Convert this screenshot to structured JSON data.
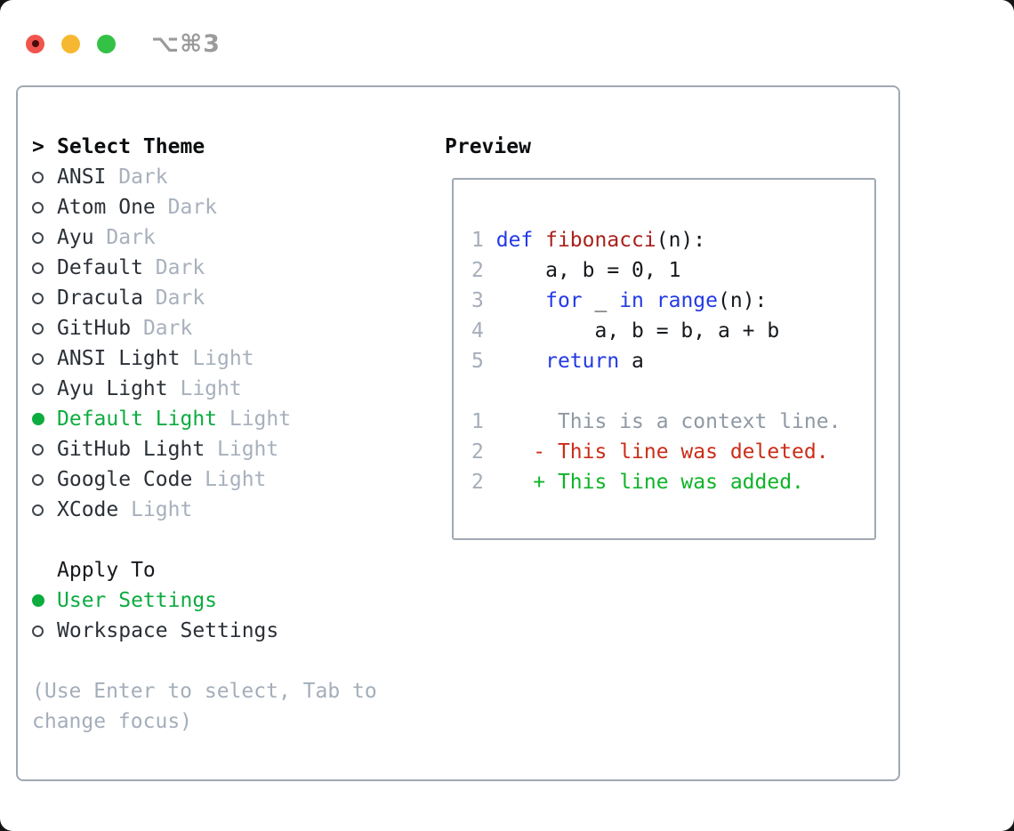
{
  "window": {
    "title": "⌥⌘3",
    "traffic_lights": [
      {
        "name": "close",
        "active_dot": true
      },
      {
        "name": "minimize",
        "active_dot": false
      },
      {
        "name": "zoom",
        "active_dot": false
      }
    ]
  },
  "theme_picker": {
    "cursor": ">",
    "header": "Select Theme",
    "items": [
      {
        "name": "ANSI",
        "variant": "Dark",
        "selected": false
      },
      {
        "name": "Atom One",
        "variant": "Dark",
        "selected": false
      },
      {
        "name": "Ayu",
        "variant": "Dark",
        "selected": false
      },
      {
        "name": "Default",
        "variant": "Dark",
        "selected": false
      },
      {
        "name": "Dracula",
        "variant": "Dark",
        "selected": false
      },
      {
        "name": "GitHub",
        "variant": "Dark",
        "selected": false
      },
      {
        "name": "ANSI Light",
        "variant": "Light",
        "selected": false
      },
      {
        "name": "Ayu Light",
        "variant": "Light",
        "selected": false
      },
      {
        "name": "Default Light",
        "variant": "Light",
        "selected": true
      },
      {
        "name": "GitHub Light",
        "variant": "Light",
        "selected": false
      },
      {
        "name": "Google Code",
        "variant": "Light",
        "selected": false
      },
      {
        "name": "XCode",
        "variant": "Light",
        "selected": false
      }
    ]
  },
  "apply_to": {
    "header": "Apply To",
    "options": [
      {
        "label": "User Settings",
        "selected": true
      },
      {
        "label": "Workspace Settings",
        "selected": false
      }
    ]
  },
  "help_text": "(Use Enter to select, Tab to change focus)",
  "preview": {
    "header": "Preview",
    "code_lines": [
      {
        "num": "1",
        "tokens": [
          {
            "t": "def ",
            "c": "keyword"
          },
          {
            "t": "fibonacci",
            "c": "function_name"
          },
          {
            "t": "(n):",
            "c": "code_text"
          }
        ]
      },
      {
        "num": "2",
        "tokens": [
          {
            "t": "    a, b = 0, 1",
            "c": "code_text"
          }
        ]
      },
      {
        "num": "3",
        "tokens": [
          {
            "t": "    ",
            "c": "code_text"
          },
          {
            "t": "for",
            "c": "keyword"
          },
          {
            "t": " _ ",
            "c": "code_text"
          },
          {
            "t": "in",
            "c": "keyword"
          },
          {
            "t": " ",
            "c": "code_text"
          },
          {
            "t": "range",
            "c": "keyword"
          },
          {
            "t": "(n):",
            "c": "code_text"
          }
        ]
      },
      {
        "num": "4",
        "tokens": [
          {
            "t": "        a, b = b, a + b",
            "c": "code_text"
          }
        ]
      },
      {
        "num": "5",
        "tokens": [
          {
            "t": "    ",
            "c": "code_text"
          },
          {
            "t": "return",
            "c": "keyword"
          },
          {
            "t": " a",
            "c": "code_text"
          }
        ]
      }
    ],
    "diff_lines": [
      {
        "num": "1",
        "tokens": [
          {
            "t": "     This is a context line.",
            "c": "context"
          }
        ]
      },
      {
        "num": "2",
        "tokens": [
          {
            "t": "   - This line was deleted.",
            "c": "deleted"
          }
        ]
      },
      {
        "num": "2",
        "tokens": [
          {
            "t": "   + This line was added.",
            "c": "added"
          }
        ]
      }
    ]
  },
  "colors": {
    "keyword": "#2339e6",
    "function_name": "#a9211b",
    "code_text": "#15181c",
    "line_number": "#a5adb9",
    "context": "#8f99a4",
    "deleted": "#cb2d18",
    "added": "#0eb428",
    "selected_green": "#0cac3f",
    "item_text": "#2b3037",
    "muted": "#a7b0bc",
    "help_gray": "#a4aeba",
    "panel_border": "#a0a9b3",
    "title_gray": "#9b9b9b",
    "traffic_red": "#f1544c",
    "traffic_red_dot": "#4a0b0b",
    "traffic_yellow": "#f6b830",
    "traffic_green": "#33c246"
  }
}
